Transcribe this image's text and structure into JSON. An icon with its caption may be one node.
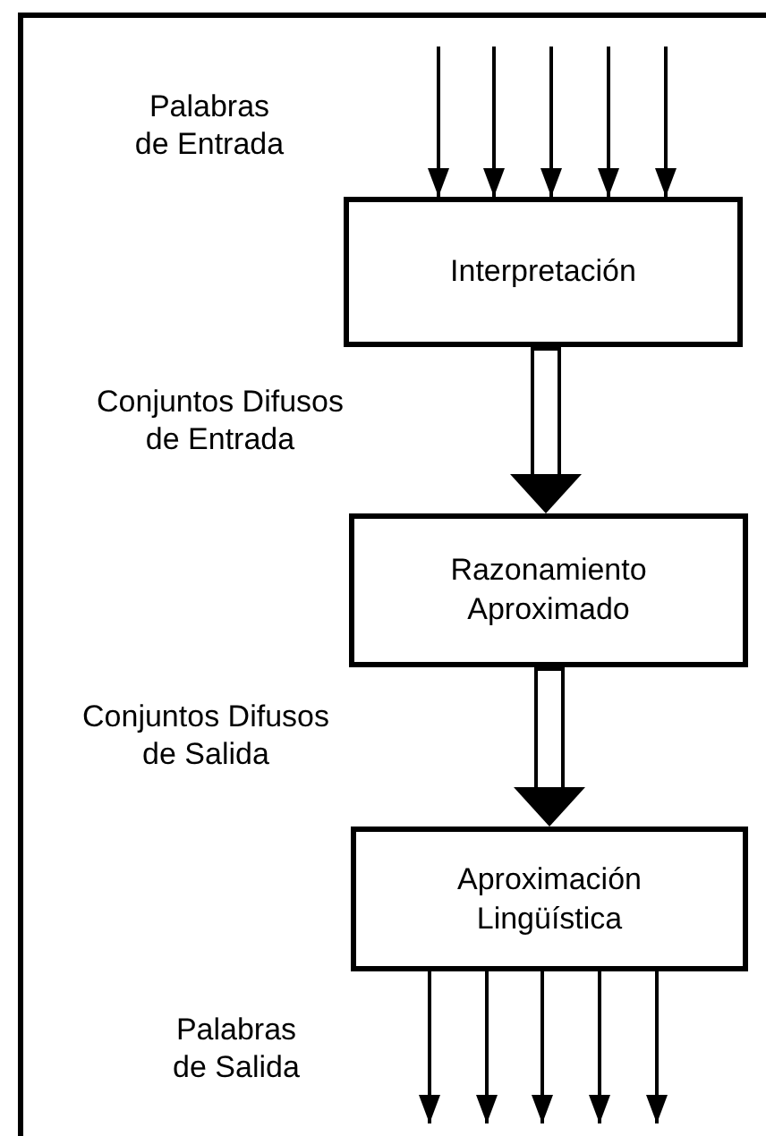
{
  "diagram": {
    "nodes": [
      {
        "text": [
          "Interpretación"
        ]
      },
      {
        "text": [
          "Razonamiento Aproximado"
        ]
      },
      {
        "text": [
          "Aproximación Lingüística"
        ]
      }
    ],
    "edges": [
      {
        "from": null,
        "to": 0,
        "arrow": "to"
      },
      {
        "from": null,
        "to": 0,
        "arrow": "to"
      },
      {
        "from": null,
        "to": 0,
        "arrow": "to"
      },
      {
        "from": null,
        "to": 0,
        "arrow": "to"
      },
      {
        "from": null,
        "to": 0,
        "arrow": "to"
      },
      {
        "from": 0,
        "to": 1,
        "arrow": "to",
        "style": "thick"
      },
      {
        "from": 1,
        "to": 2,
        "arrow": "to",
        "style": "thick"
      },
      {
        "from": 2,
        "to": null,
        "arrow": "to"
      },
      {
        "from": 2,
        "to": null,
        "arrow": "to"
      },
      {
        "from": 2,
        "to": null,
        "arrow": "to"
      },
      {
        "from": 2,
        "to": null,
        "arrow": "to"
      },
      {
        "from": 2,
        "to": null,
        "arrow": "to"
      }
    ],
    "labels": [
      "Palabras de Entrada",
      "Conjuntos Difusos de Entrada",
      "Conjuntos Difusos de Salida",
      "Palabras de Salida"
    ]
  }
}
